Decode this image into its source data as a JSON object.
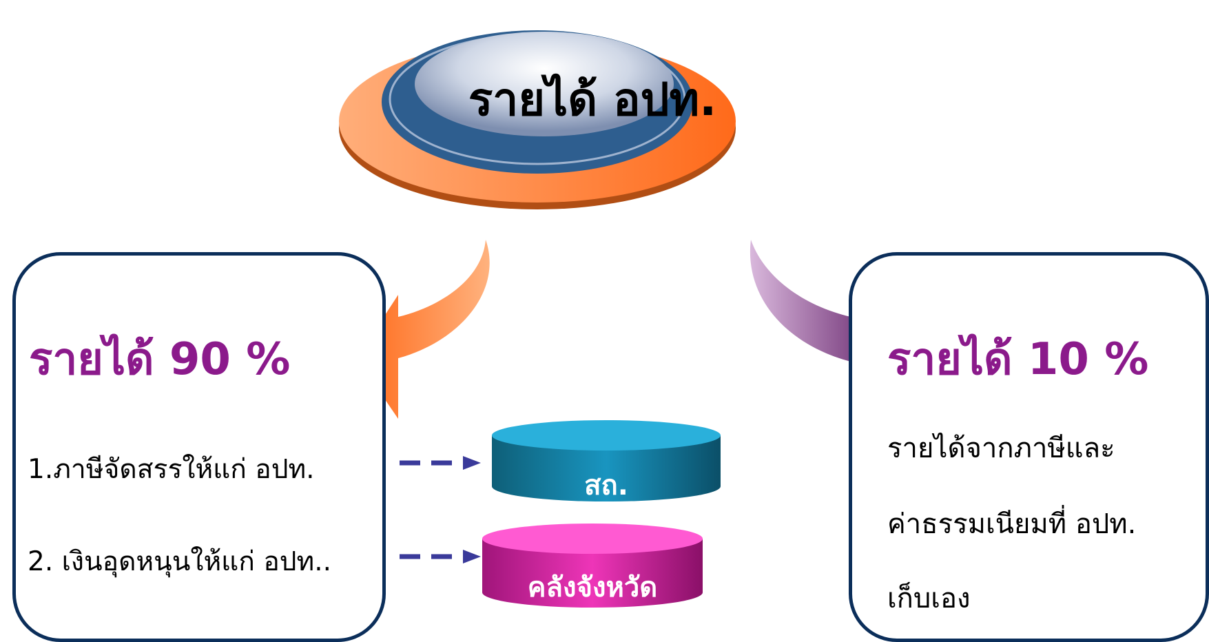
{
  "center": {
    "title": "รายได้ อปท."
  },
  "left_panel": {
    "heading": "รายได้ 90 %",
    "items": [
      "1.ภาษีจัดสรรให้แก่ อปท.",
      "2. เงินอุดหนุนให้แก่ อปท.."
    ]
  },
  "right_panel": {
    "heading": "รายได้ 10 %",
    "lines": [
      "รายได้จากภาษีและ",
      "ค่าธรรมเนียมที่ อปท.",
      "เก็บเอง"
    ]
  },
  "targets": [
    {
      "label": "สถ.",
      "color": "#1f90b8"
    },
    {
      "label": "คลังจังหวัด",
      "color": "#d42ca4"
    }
  ],
  "colors": {
    "heading": "#8b1a8b",
    "border": "#0b2e5a",
    "orange": "#ff7a2c",
    "purple": "#8a4d8e",
    "ellipse_blue": "#2e5e8f",
    "arrow_dash": "#3a3a9a"
  }
}
